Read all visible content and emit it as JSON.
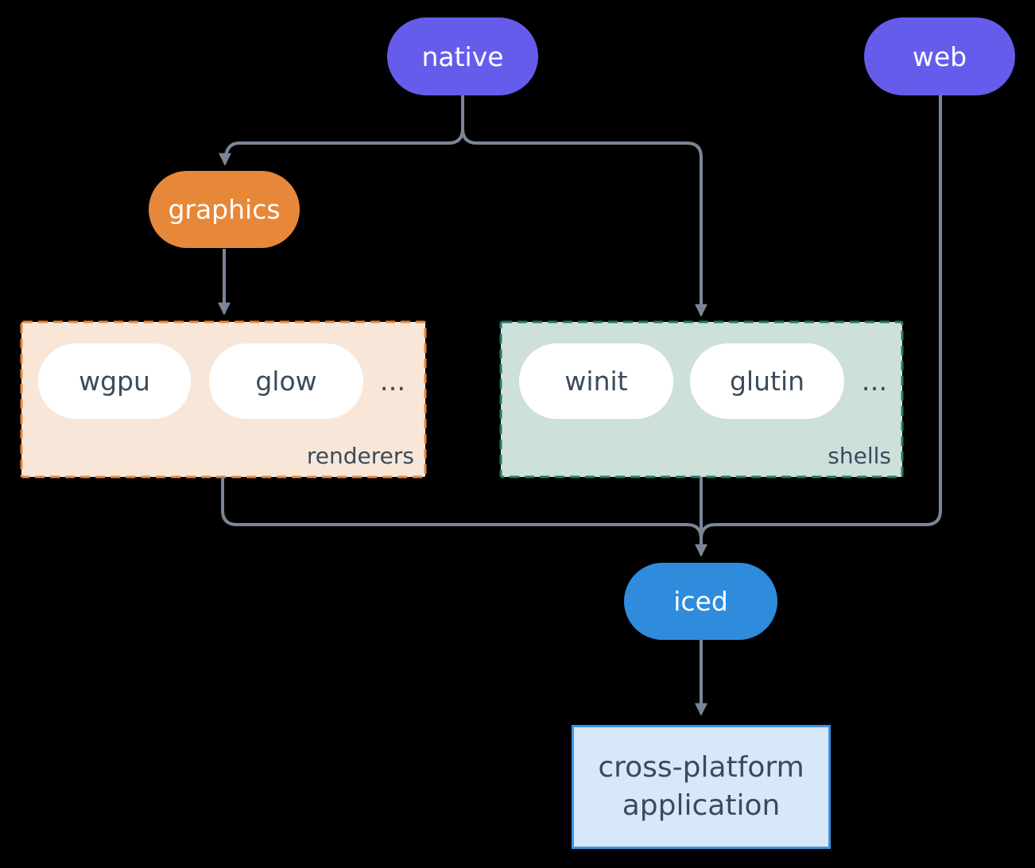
{
  "nodes": {
    "native": "native",
    "web": "web",
    "graphics": "graphics",
    "iced": "iced",
    "application": {
      "line1": "cross-platform",
      "line2": "application"
    }
  },
  "groups": {
    "renderers": {
      "label": "renderers",
      "items": [
        "wgpu",
        "glow"
      ],
      "more": "..."
    },
    "shells": {
      "label": "shells",
      "items": [
        "winit",
        "glutin"
      ],
      "more": "..."
    }
  },
  "colors": {
    "background": "#000000",
    "platform_pill": "#665CEB",
    "graphics_pill": "#E7873A",
    "iced_pill": "#2F8BDC",
    "renderers_fill": "#F8E7D8",
    "renderers_border": "#E8873B",
    "shells_fill": "#CEE0DA",
    "shells_border": "#26756A",
    "app_fill": "#D9E8F8",
    "app_border": "#3E94E1",
    "connector": "#7A8697",
    "pill_text_light": "#FFFFFF",
    "text_dark": "#3A4B5C"
  }
}
